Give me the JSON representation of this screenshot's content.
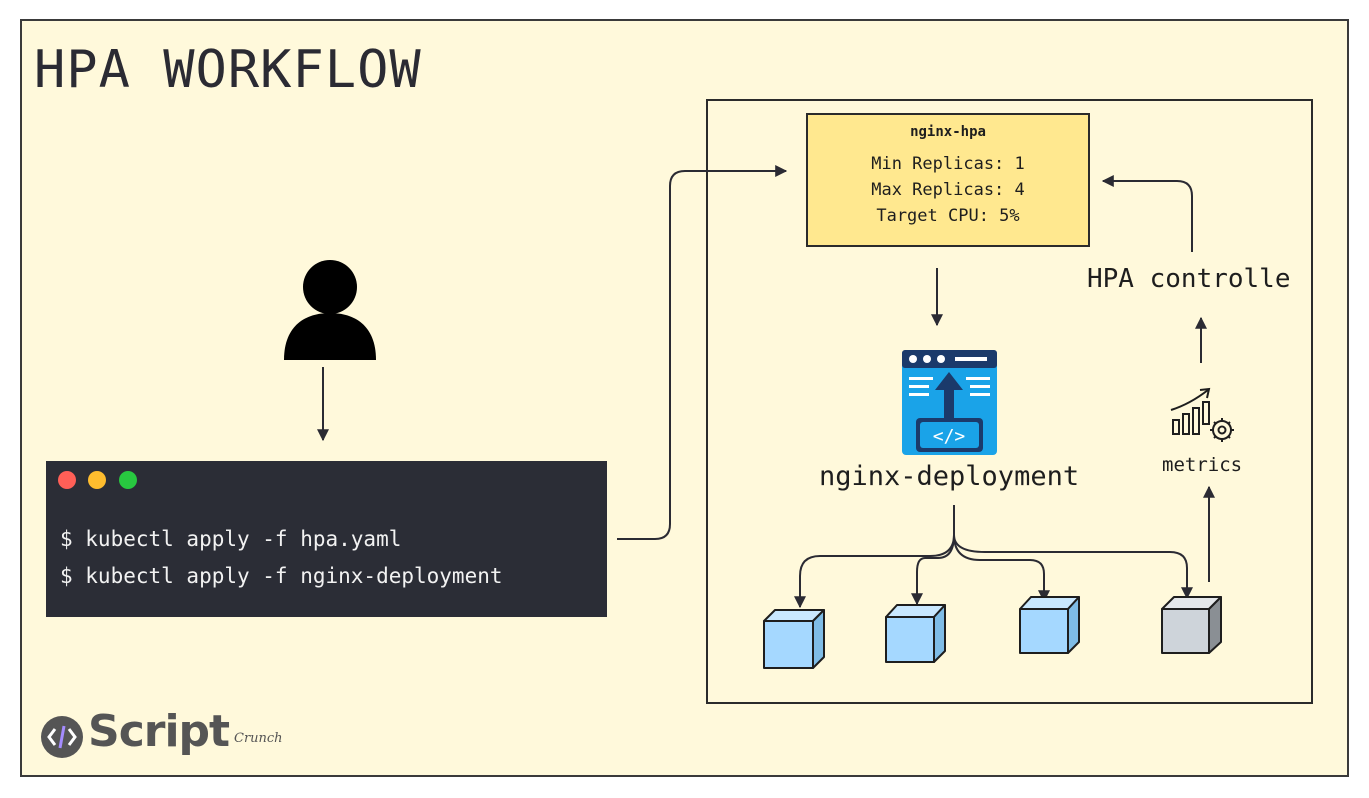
{
  "title": "HPA WORKFLOW",
  "hpa": {
    "name": "nginx-hpa",
    "lines": [
      "Min Replicas: 1",
      "Max Replicas: 4",
      "Target CPU: 5%"
    ]
  },
  "terminal": {
    "commands": [
      "$ kubectl apply -f hpa.yaml",
      "$ kubectl apply -f nginx-deployment"
    ],
    "dot_colors": [
      "#ff5f57",
      "#febc2e",
      "#28c840"
    ]
  },
  "labels": {
    "deployment": "nginx-deployment",
    "controller": "HPA controlle",
    "metrics": "metrics"
  },
  "colors": {
    "background": "#fff9db",
    "hpa_box": "#ffe88f",
    "pod": "#a5d8ff",
    "pod_pending": "#ced4da",
    "terminal": "#2b2d36"
  },
  "logo": {
    "brand": "Script",
    "sub": "Crunch"
  }
}
